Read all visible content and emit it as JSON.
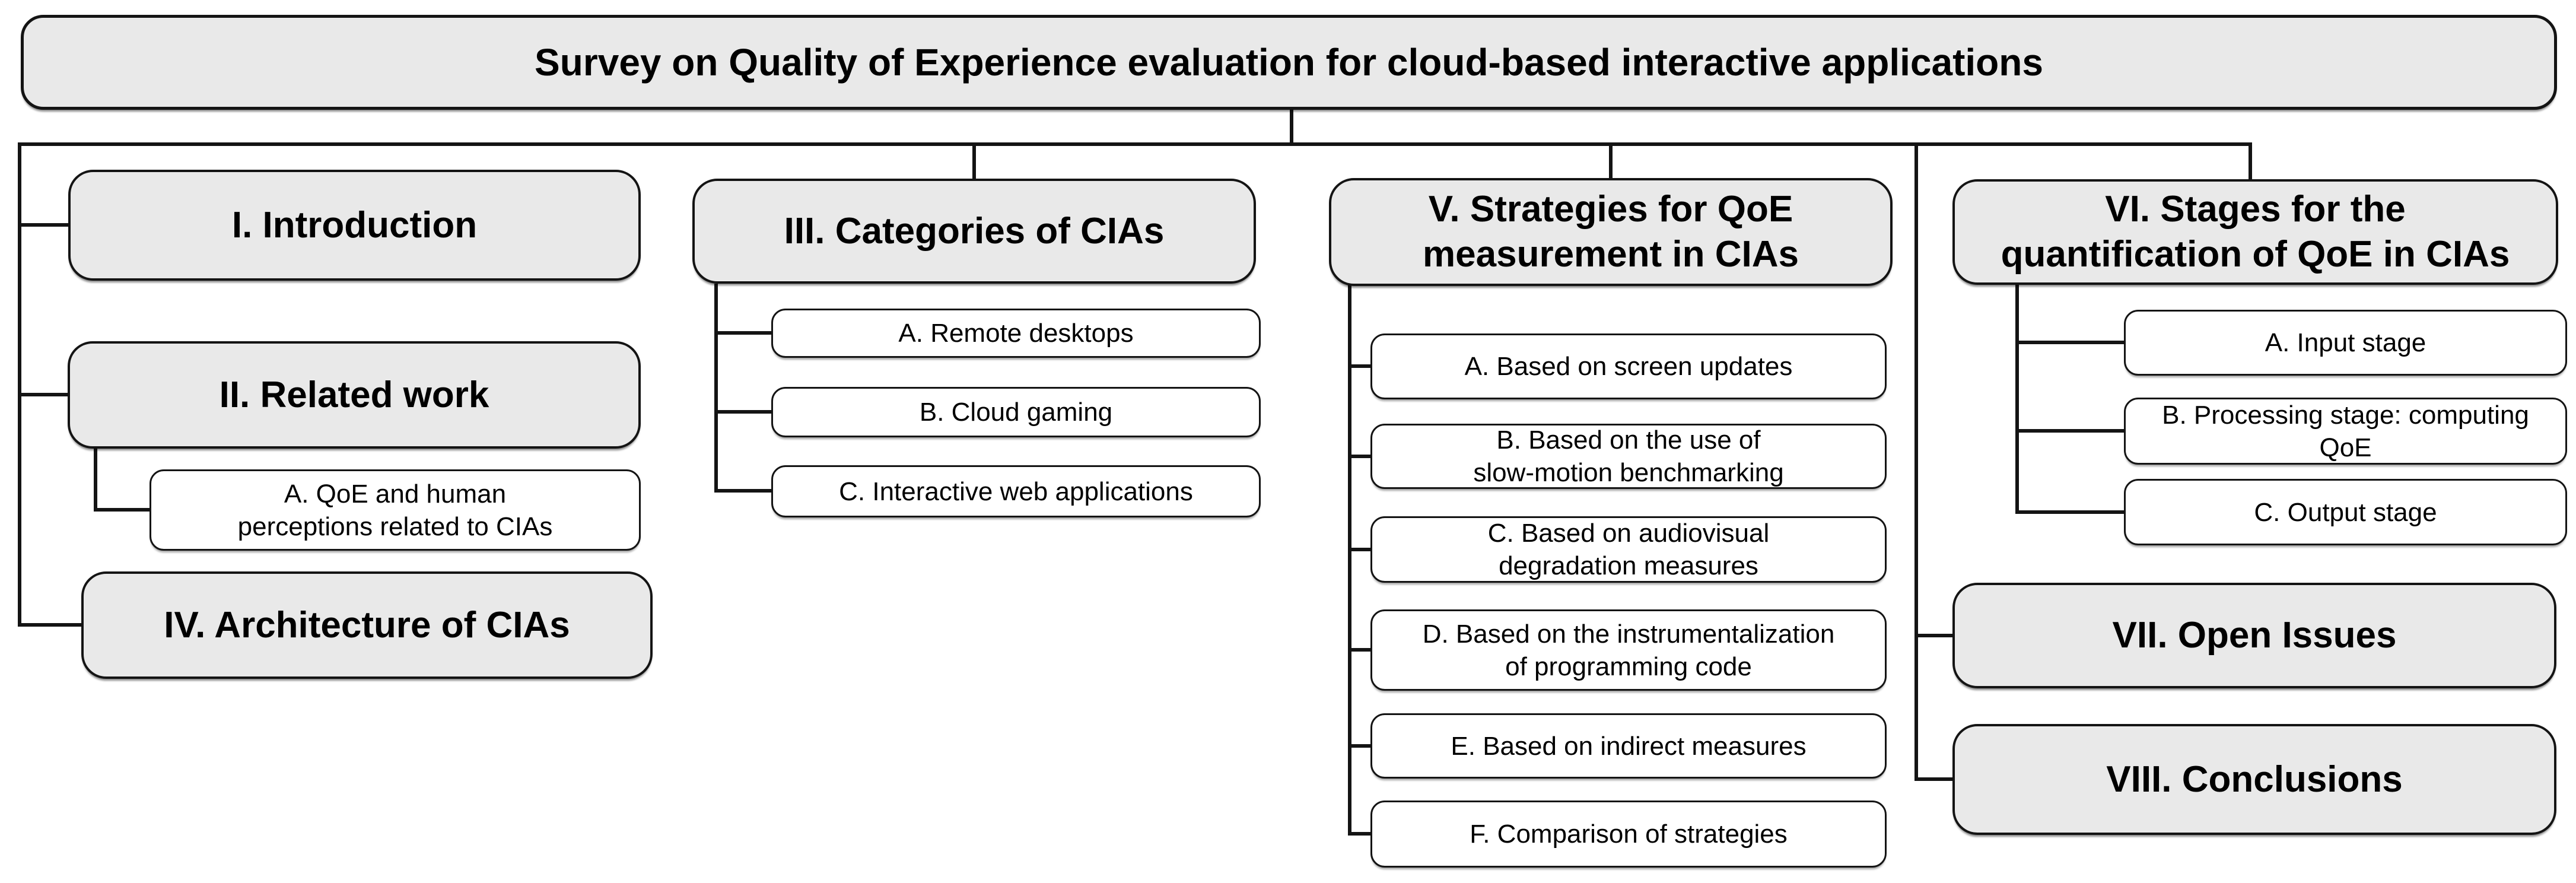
{
  "diagram": {
    "title": "Survey on Quality of Experience evaluation for cloud-based interactive applications",
    "nodes": {
      "introduction": "I. Introduction",
      "related_work": "II. Related work",
      "related_work_sub": "A. QoE and human\nperceptions related to CIAs",
      "architecture": "IV. Architecture of CIAs",
      "categories": "III. Categories of CIAs",
      "categories_items": [
        "A. Remote desktops",
        "B. Cloud gaming",
        "C. Interactive web applications"
      ],
      "strategies": "V. Strategies for QoE\nmeasurement in CIAs",
      "strategies_items": [
        "A. Based on screen updates",
        "B. Based on the use of\nslow-motion benchmarking",
        "C. Based on audiovisual\ndegradation measures",
        "D. Based on the instrumentalization\nof programming code",
        "E. Based on indirect measures",
        "F. Comparison of strategies"
      ],
      "stages": "VI. Stages for the\nquantification of QoE in CIAs",
      "stages_items": [
        "A. Input stage",
        "B. Processing stage: computing\nQoE",
        "C. Output stage"
      ],
      "open_issues": "VII. Open Issues",
      "conclusions": "VIII. Conclusions"
    },
    "colors": {
      "section_fill": "#e9e9e9",
      "subitem_fill": "#ffffff",
      "line": "#141414"
    }
  }
}
